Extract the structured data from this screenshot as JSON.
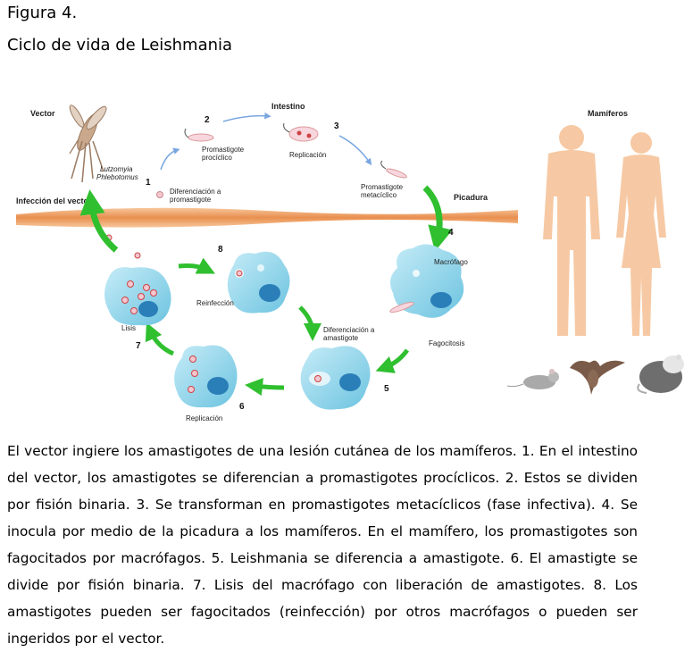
{
  "figure": {
    "label": "Figura 4.",
    "title": "Ciclo de vida de Leishmania"
  },
  "diagram": {
    "vector_label": "Vector",
    "species_1": "Lutzomyia",
    "species_2": "Phlebotomus",
    "intestino_label": "Intestino",
    "mamiferos_label": "Mamíferos",
    "infeccion_label": "Infección del vector",
    "picadura_label": "Picadura",
    "steps": {
      "s1": {
        "num": "1",
        "line1": "Diferenciación a",
        "line2": "promastigote"
      },
      "s2": {
        "num": "2",
        "line1": "Promastigote",
        "line2": "procíclico"
      },
      "s3": {
        "num": "3",
        "line1": "Replicación"
      },
      "s3b": {
        "line1": "Promastigote",
        "line2": "metacíclico"
      },
      "s4": {
        "num": "4",
        "line1": "Macrófago",
        "line2": "Fagocitosis"
      },
      "s5": {
        "num": "5",
        "line1": "Diferenciación a",
        "line2": "amastigote"
      },
      "s6": {
        "num": "6",
        "line1": "Replicación"
      },
      "s7": {
        "num": "7",
        "line1": "Lisis"
      },
      "s8": {
        "num": "8",
        "line1": "Reinfección"
      }
    },
    "colors": {
      "arrow_green": "#3cc83c",
      "arrow_blue": "#7aa6e0",
      "cell": "#8fd3ea",
      "skin": "#f3b27e",
      "human": "#f6c9a4"
    }
  },
  "caption": "El vector ingiere los amastigotes de una lesión cutánea de los mamíferos. 1. En el intestino del vector, los amastigotes se diferencian a promastigotes procíclicos. 2. Estos se dividen por fisión binaria. 3. Se transforman en promastigotes metacíclicos (fase infectiva). 4. Se inocula por medio de la picadura a los mamíferos. En el mamífero, los promastigotes son fagocitados por macrófagos. 5. Leishmania se diferencia a amastigote. 6. El amastigte se divide por fisión binaria. 7. Lisis del macrófago con liberación de amastigotes. 8. Los amastigotes pueden ser fagocitados (reinfección) por otros macrófagos o pueden ser ingeridos por el vector."
}
